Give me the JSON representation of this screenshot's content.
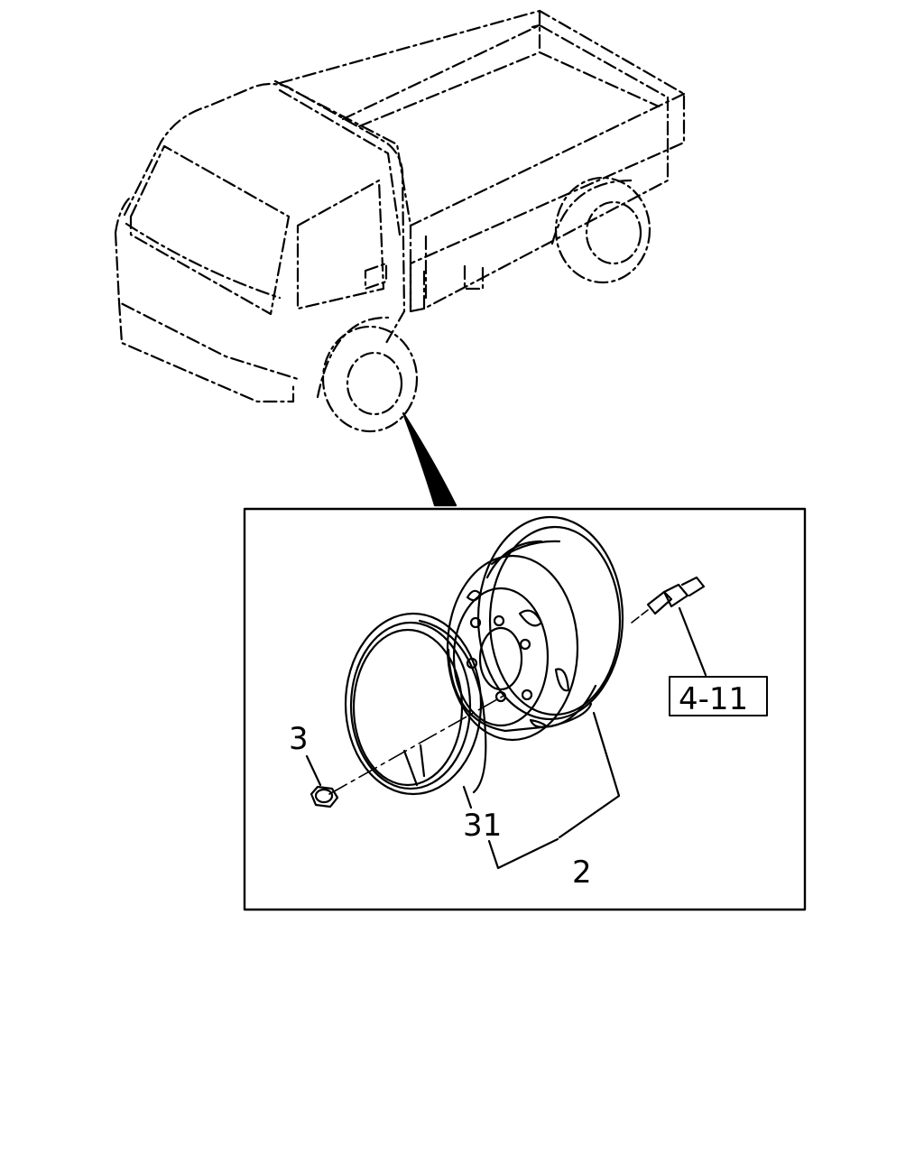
{
  "labels": {
    "nut": "3",
    "rim_ring": "31",
    "wheel_assembly": "2"
  },
  "reference_box": {
    "text": "4-11"
  },
  "colors": {
    "ink": "#000000",
    "background": "#ffffff"
  }
}
